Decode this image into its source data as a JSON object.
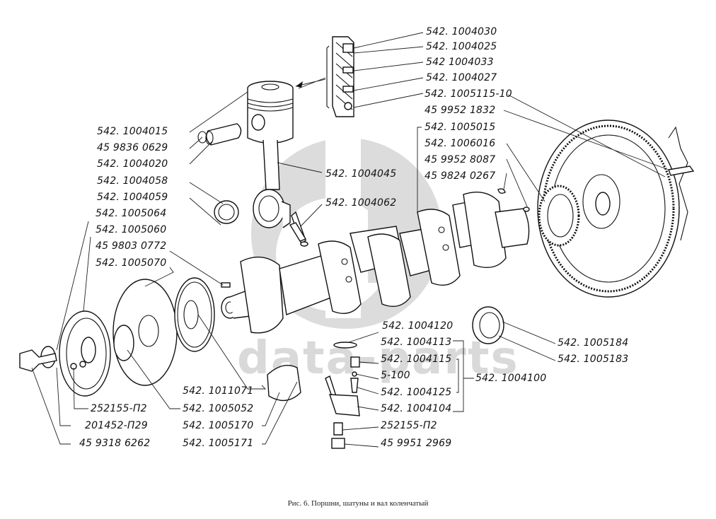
{
  "figure": {
    "caption": "Рис. 6.  Поршни, шатуны и вал коленчатый",
    "watermark": {
      "logo": "db",
      "text": "data-parts",
      "color": "#d9d9d9"
    }
  },
  "part_labels": {
    "top_right": [
      "542. 1004030",
      "542. 1004025",
      "542  1004033",
      "542. 1004027",
      "542. 1005115-10",
      "45 9952 1832",
      "542. 1005015",
      "542. 1006016",
      "45 9952 8087",
      "45 9824 0267"
    ],
    "left": [
      "542. 1004015",
      "45 9836 0629",
      "542. 1004020",
      "542. 1004058",
      "542. 1004059",
      "542. 1005064",
      "542. 1005060",
      "45 9803 0772",
      "542. 1005070"
    ],
    "center": [
      "542. 1004045",
      "542. 1004062"
    ],
    "bottom_center": [
      "542. 1004120",
      "542. 1004113",
      "542. 1004115",
      "5-100",
      "542. 1004125",
      "542. 1004104",
      "252155-П2",
      "45 9951 2969"
    ],
    "group_assembly": "542. 1004100",
    "right_bearings": [
      "542. 1005184",
      "542. 1005183"
    ],
    "bottom_left": [
      "252155-П2",
      "201452-П29",
      "45 9318 6262"
    ],
    "bottom_mid": [
      "542. 1011071",
      "542. 1005052",
      "542. 1005170",
      "542. 1005171"
    ]
  }
}
